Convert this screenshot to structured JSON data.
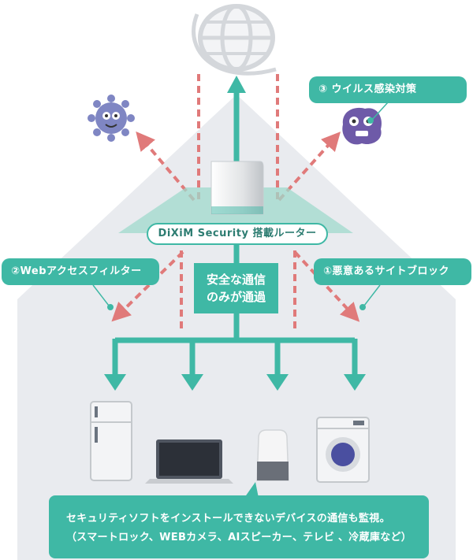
{
  "labels": {
    "virus_protection": "③ ウイルス感染対策",
    "web_access_filter": "②Webアクセスフィルター",
    "malicious_site_block": "①悪意あるサイトブロック"
  },
  "router": {
    "label": "DiXiM Security 搭載ルーター"
  },
  "safe_traffic": {
    "line1": "安全な通信",
    "line2": "のみが通過"
  },
  "note": {
    "line1": "セキュリティソフトをインストールできないデバイスの通信も監視。",
    "line2": "（スマートロック、WEBカメラ、AIスピーカー、テレビ 、冷蔵庫など）"
  },
  "colors": {
    "teal": "#3fb8a5",
    "house": "#e9ebef",
    "blocked_arrow": "#e07a7a",
    "germ": "#7f86c3"
  },
  "icons": [
    "globe-icon",
    "germ-icon",
    "virus-icon",
    "router-icon",
    "fridge-icon",
    "laptop-icon",
    "smart-speaker-icon",
    "washing-machine-icon"
  ]
}
